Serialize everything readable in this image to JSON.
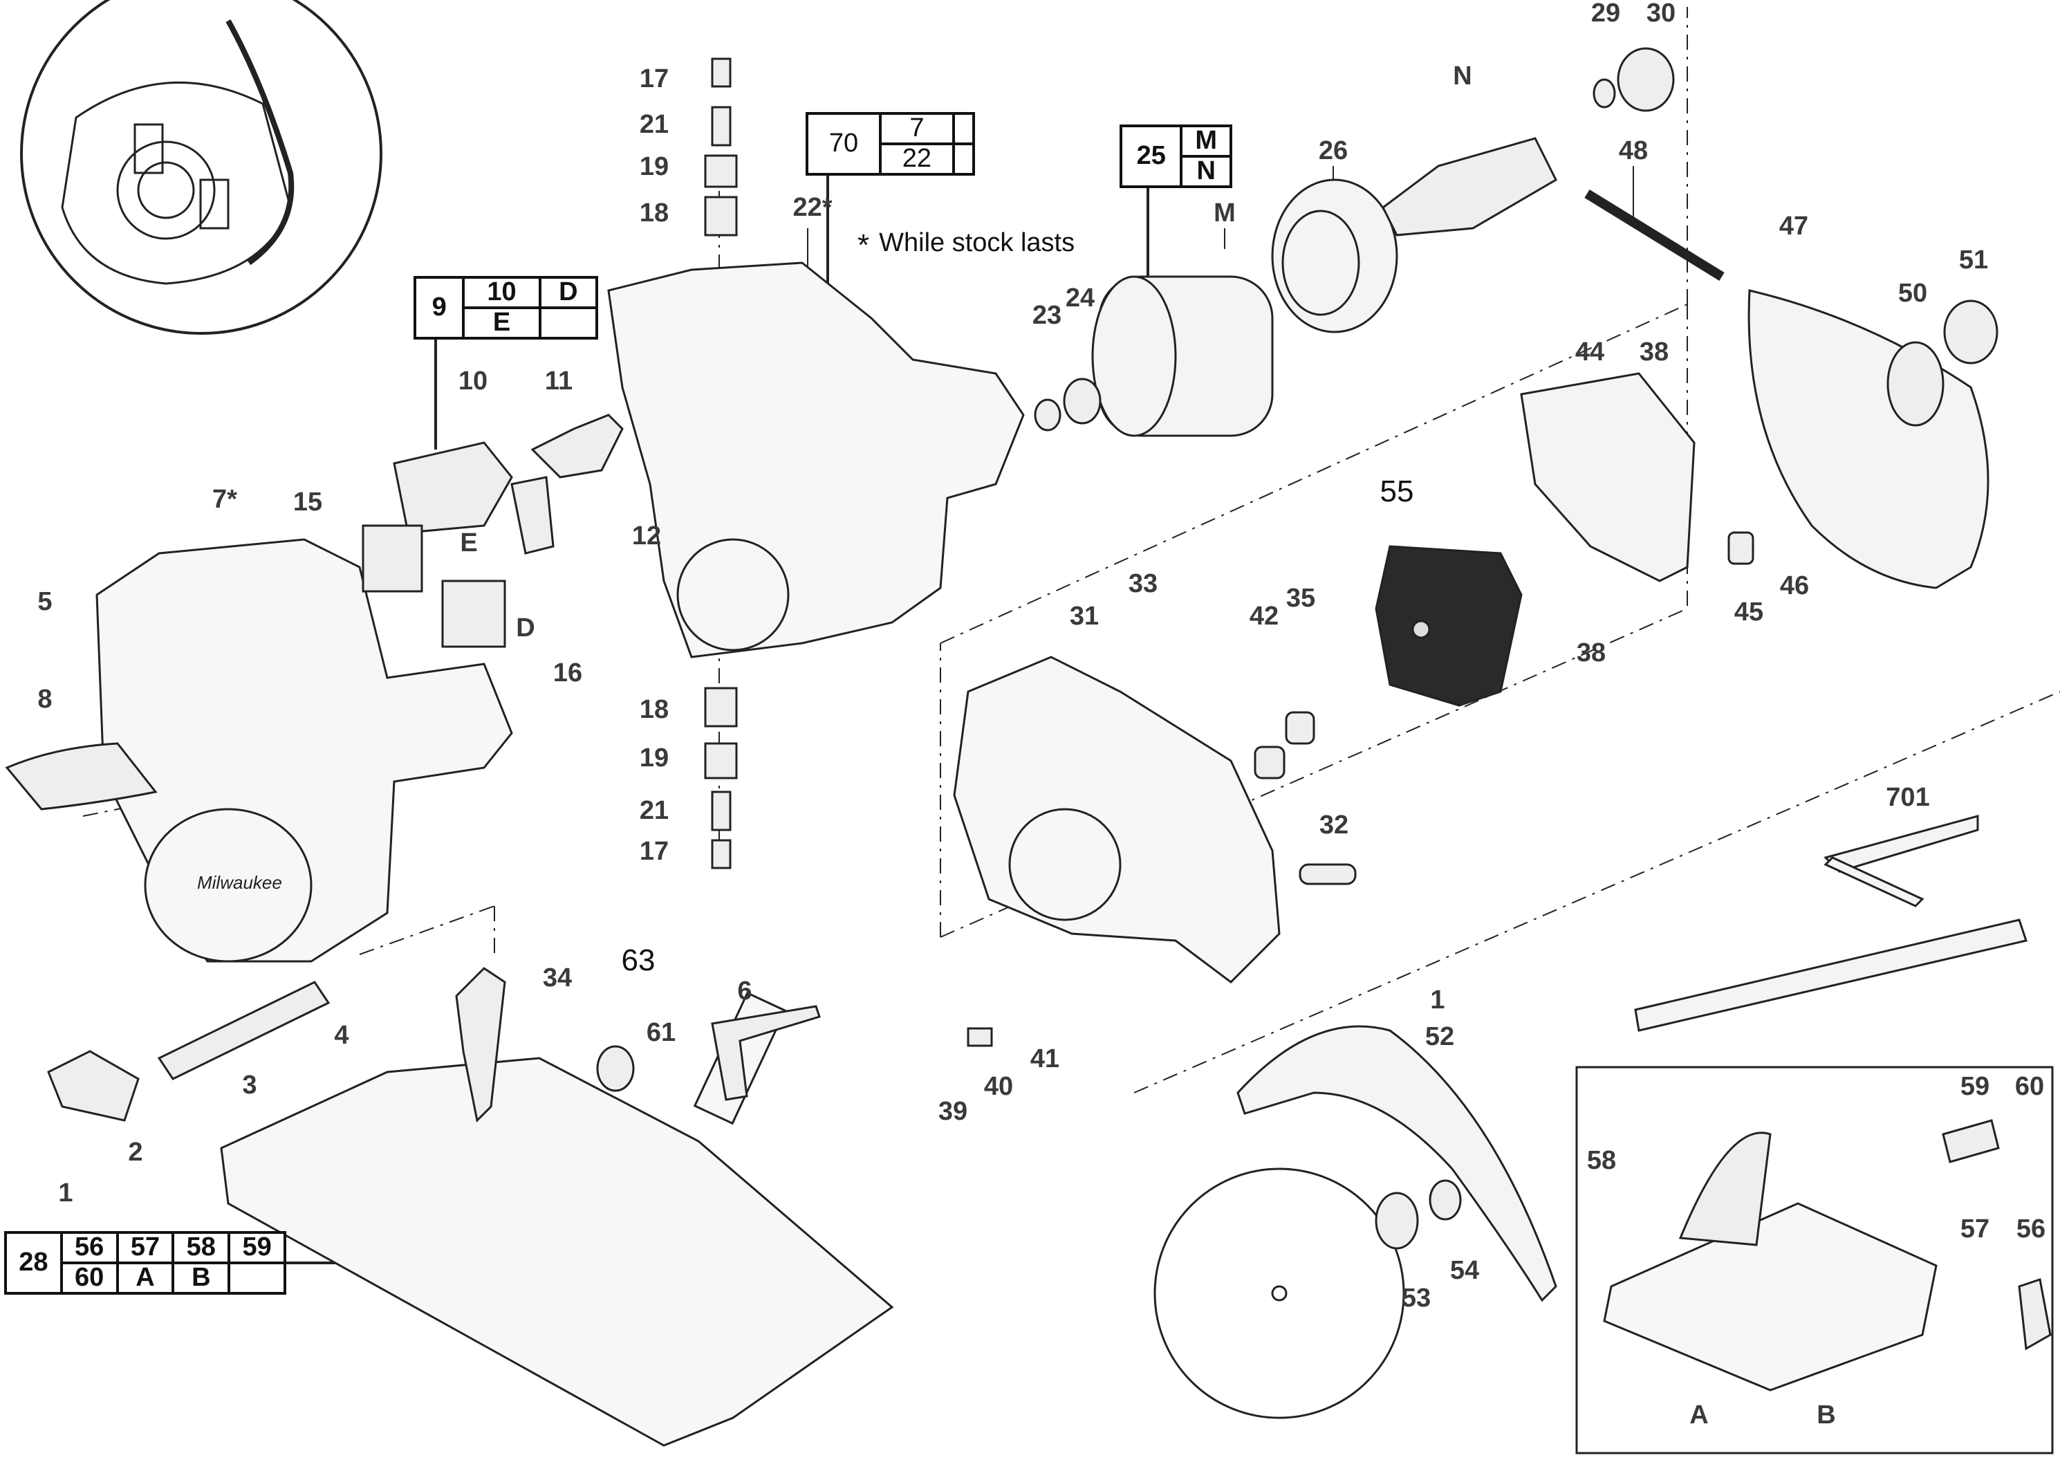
{
  "note": {
    "star": "*",
    "text": "While stock lasts"
  },
  "boxes": {
    "b70": {
      "main": "70",
      "cells": [
        "7",
        "",
        "22",
        ""
      ]
    },
    "b25": {
      "main": "25",
      "cells": [
        "M",
        "N"
      ]
    },
    "b9": {
      "main": "9",
      "cells": [
        "10",
        "D",
        "E",
        ""
      ]
    },
    "b28": {
      "main": "28",
      "cells": [
        "56",
        "57",
        "58",
        "59",
        "60",
        "A",
        "B",
        ""
      ]
    }
  },
  "callouts": [
    "17",
    "21",
    "19",
    "18",
    "22*",
    "N",
    "29",
    "30",
    "26",
    "48",
    "M",
    "23",
    "24",
    "47",
    "51",
    "50",
    "44",
    "38",
    "10",
    "11",
    "7*",
    "15",
    "E",
    "12",
    "55",
    "33",
    "31",
    "42",
    "35",
    "45",
    "46",
    "38",
    "5",
    "D",
    "16",
    "8",
    "18",
    "19",
    "21",
    "17",
    "32",
    "701",
    "63",
    "34",
    "6",
    "4",
    "61",
    "1",
    "52",
    "41",
    "3",
    "2",
    "39",
    "40",
    "59",
    "60",
    "58",
    "1",
    "57",
    "56",
    "53",
    "54",
    "A",
    "B"
  ],
  "logo": "Milwaukee",
  "colors": {
    "line": "#111111",
    "label": "#3a3a3a",
    "part_fill": "#f4f4f4",
    "motor_dark": "#2a2a2a"
  }
}
